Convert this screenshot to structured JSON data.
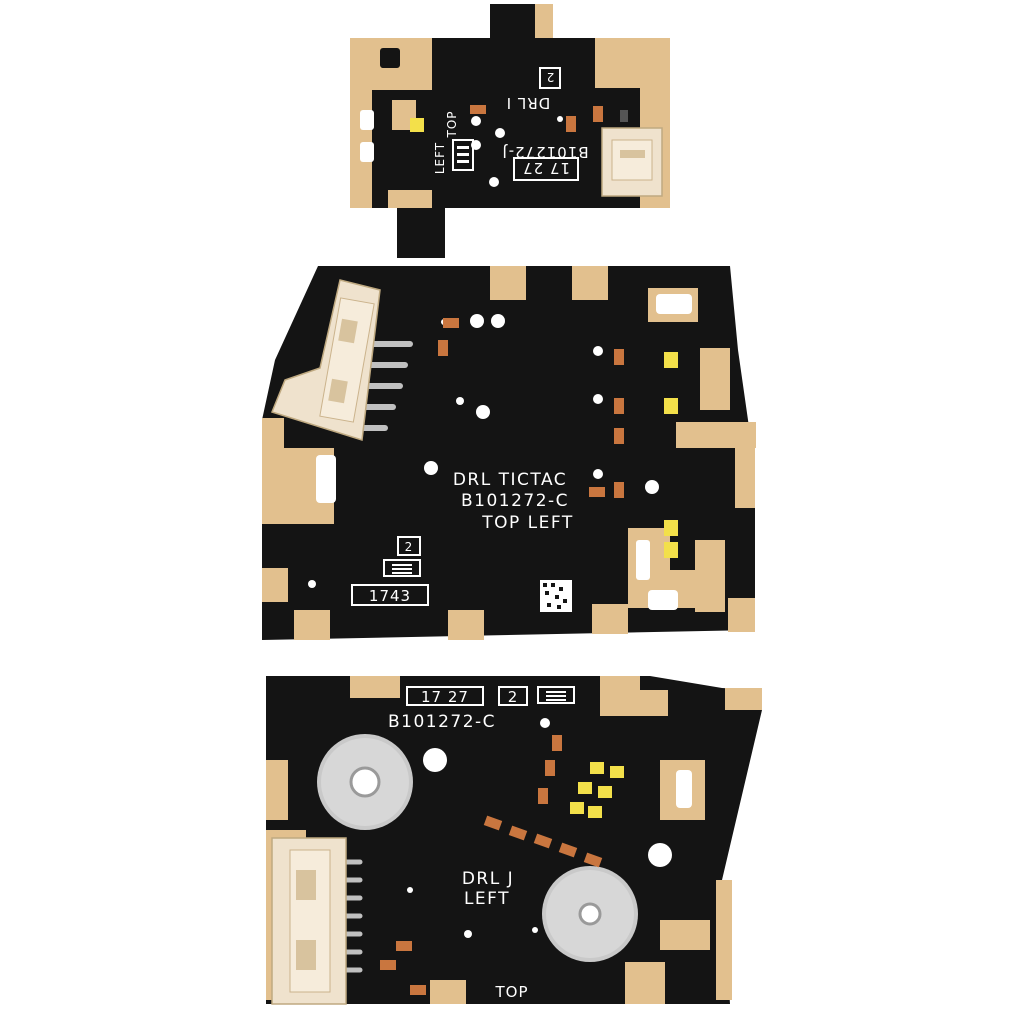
{
  "image": {
    "description_colors": {
      "background": "#ffffff",
      "pcb": "#141414",
      "pad": "#e2c08e",
      "silkscreen": "#ffffff",
      "connector": "#efe2cd",
      "led": "#f3e04a",
      "heat_pad": "#c9c9c9"
    }
  },
  "boards": {
    "top": {
      "label_drl": "DRL I",
      "label_part": "B101272-J",
      "label_date": "17 27",
      "label_top": "TOP",
      "label_left": "LEFT",
      "label_rev": "2"
    },
    "middle": {
      "label_line1": "DRL TICTAC",
      "label_line2": "B101272-C",
      "label_line3": "TOP  LEFT",
      "label_rev": "2",
      "label_code": "1743"
    },
    "bottom": {
      "label_date": "17 27",
      "label_rev": "2",
      "label_part": "B101272-C",
      "label_drl": "DRL J",
      "label_left": "LEFT",
      "label_top": "TOP"
    }
  }
}
